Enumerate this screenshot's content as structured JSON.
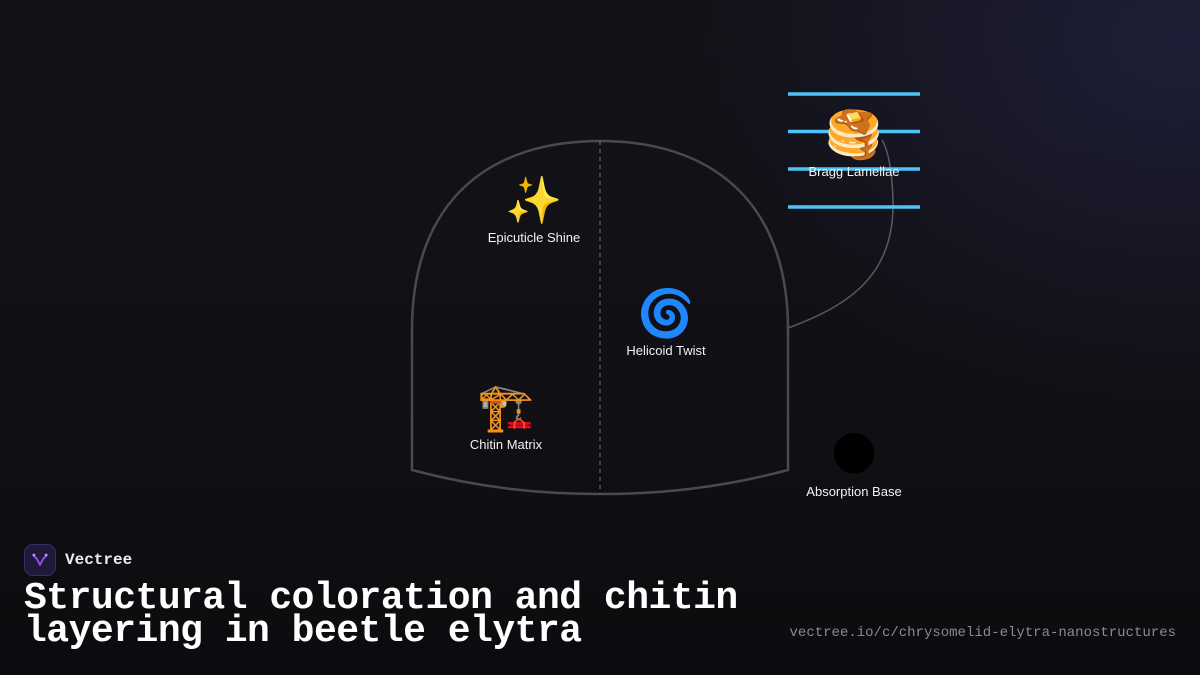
{
  "brand": {
    "name": "Vectree",
    "logo_icon": "beetle-logo-icon",
    "logo_color": "#9b59ff"
  },
  "title": "Structural coloration and chitin layering in beetle elytra",
  "source_url": "vectree.io/c/chrysomelid-elytra-nanostructures",
  "colors": {
    "outline": "#4a4a4e",
    "lamellae": "#4fc3f7",
    "label": "#f2f2f2"
  },
  "nodes": {
    "epicuticle": {
      "label": "Epicuticle Shine",
      "icon": "sparkles-icon",
      "glyph": "✨"
    },
    "helicoid": {
      "label": "Helicoid Twist",
      "icon": "cyclone-icon",
      "glyph": "🌀"
    },
    "chitin": {
      "label": "Chitin Matrix",
      "icon": "construction-crane-icon",
      "glyph": "🏗️"
    },
    "bragg": {
      "label": "Bragg Lamellae",
      "icon": "pancakes-icon",
      "glyph": "🥞"
    },
    "absorption": {
      "label": "Absorption Base",
      "icon": "new-moon-icon",
      "glyph": "🌑"
    }
  }
}
